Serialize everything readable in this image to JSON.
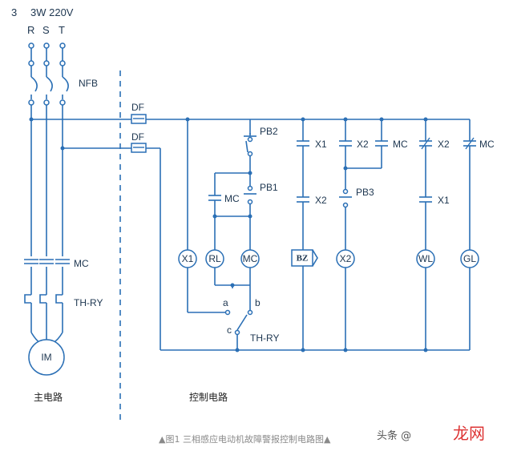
{
  "power": {
    "phase": "3",
    "voltage": "3W 220V",
    "r": "R",
    "s": "S",
    "t": "T"
  },
  "main_circuit": {
    "nfb": "NFB",
    "mc": "MC",
    "thry": "TH-RY",
    "motor": "IM",
    "title": "主电路"
  },
  "control_circuit": {
    "title": "控制电路",
    "df1": "DF",
    "df2": "DF",
    "pb2": "PB2",
    "pb1": "PB1",
    "pb3": "PB3",
    "mc_aux": "MC",
    "x1_a": "X1",
    "x2_a": "X2",
    "x2_b": "X2",
    "mc_b": "MC",
    "x2_c": "X2",
    "mc_c": "MC",
    "x2_d": "X2",
    "x1_d": "X1",
    "coil_x1": "X1",
    "coil_rl": "RL",
    "coil_mc": "MC",
    "coil_bz": "BZ",
    "coil_x2": "X2",
    "coil_wl": "WL",
    "coil_gl": "GL",
    "thry_a": "a",
    "thry_b": "b",
    "thry_c": "c",
    "thry_label": "TH-RY"
  },
  "caption": "▲图1 三相感应电动机故障警报控制电路图▲",
  "watermark": {
    "prefix": "头条 @",
    "brand": "龙网"
  }
}
